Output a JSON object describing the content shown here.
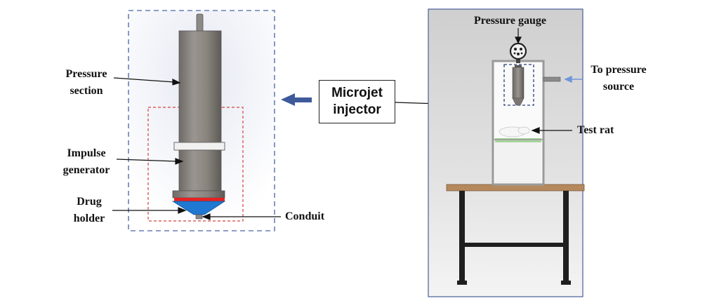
{
  "left_panel": {
    "labels": {
      "pressure_section_1": "Pressure",
      "pressure_section_2": "section",
      "impulse_generator_1": "Impulse",
      "impulse_generator_2": "generator",
      "drug_holder_1": "Drug",
      "drug_holder_2": "holder",
      "conduit": "Conduit"
    }
  },
  "center": {
    "injector_line1": "Microjet",
    "injector_line2": "injector"
  },
  "right_panel": {
    "labels": {
      "pressure_gauge": "Pressure gauge",
      "to_pressure_1": "To pressure",
      "to_pressure_2": "source",
      "test_rat": "Test rat"
    }
  }
}
